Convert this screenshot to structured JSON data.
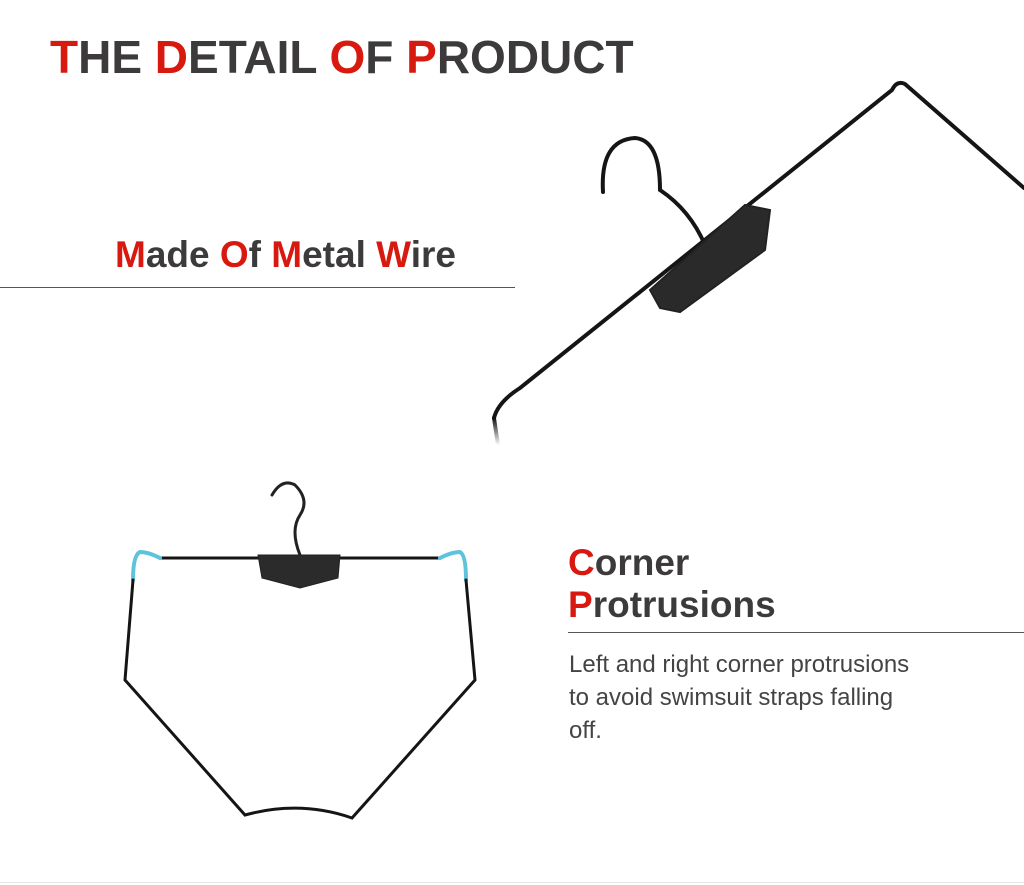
{
  "title": {
    "parts": [
      {
        "accent": "T",
        "rest": "HE "
      },
      {
        "accent": "D",
        "rest": "ETAIL "
      },
      {
        "accent": "O",
        "rest": "F "
      },
      {
        "accent": "P",
        "rest": "RODUCT"
      }
    ]
  },
  "feature1": {
    "parts": [
      {
        "accent": "M",
        "rest": "ade "
      },
      {
        "accent": "O",
        "rest": "f "
      },
      {
        "accent": "M",
        "rest": "etal "
      },
      {
        "accent": "W",
        "rest": "ire"
      }
    ]
  },
  "feature2": {
    "line1": {
      "accent": "C",
      "rest": "orner"
    },
    "line2": {
      "accent": "P",
      "rest": "rotrusions"
    },
    "description": "Left and right corner protrusions to avoid swimsuit straps falling off."
  },
  "colors": {
    "accent": "#d7190f",
    "text": "#3d3a3b",
    "highlight": "#5fc3dc"
  }
}
